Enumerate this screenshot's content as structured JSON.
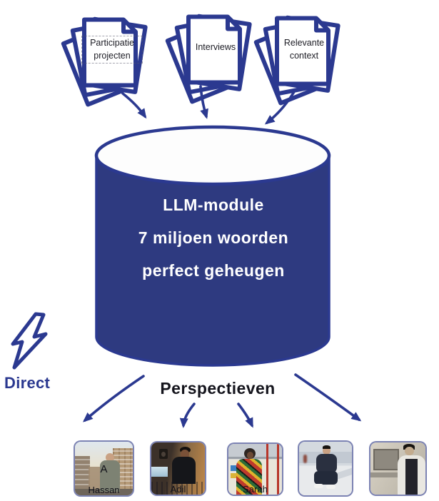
{
  "palette": {
    "navy": "#2b3990",
    "cylinder_fill": "#2e3a80",
    "ink": "#14141c",
    "paper": "#ffffff"
  },
  "stacks": [
    {
      "label": "Participatie projecten"
    },
    {
      "label": "Interviews"
    },
    {
      "label": "Relevante context"
    }
  ],
  "cylinder": {
    "lines": [
      "LLM-module",
      "7 miljoen woorden",
      "perfect geheugen"
    ]
  },
  "direct": {
    "label": "Direct"
  },
  "perspectives": {
    "label": "Perspectieven"
  },
  "photos": [
    {
      "name": "Hassan",
      "overlay_letter": "A",
      "description": "older man outdoors near apartment buildings"
    },
    {
      "name": "Adil",
      "overlay_letter": "",
      "description": "young man at mixing desk in music studio"
    },
    {
      "name": "Sarah",
      "overlay_letter": "",
      "description": "woman in colorful patterned top, arms crossed"
    },
    {
      "name": "",
      "overlay_letter": "",
      "description": "young man crouching in bright hallway"
    },
    {
      "name": "",
      "overlay_letter": "",
      "description": "young man in hoodie at barbershop mirror"
    }
  ]
}
